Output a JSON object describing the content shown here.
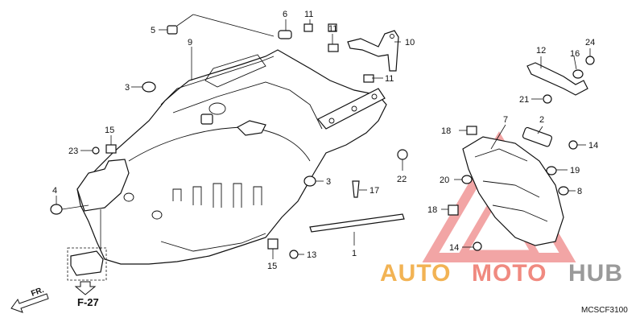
{
  "callouts": [
    {
      "id": "c1",
      "text": "1"
    },
    {
      "id": "c2",
      "text": "2"
    },
    {
      "id": "c3a",
      "text": "3"
    },
    {
      "id": "c3b",
      "text": "3"
    },
    {
      "id": "c4",
      "text": "4"
    },
    {
      "id": "c5",
      "text": "5"
    },
    {
      "id": "c6",
      "text": "6"
    },
    {
      "id": "c7",
      "text": "7"
    },
    {
      "id": "c8",
      "text": "8"
    },
    {
      "id": "c9",
      "text": "9"
    },
    {
      "id": "c10",
      "text": "10"
    },
    {
      "id": "c11a",
      "text": "11"
    },
    {
      "id": "c11b",
      "text": "11"
    },
    {
      "id": "c11c",
      "text": "11"
    },
    {
      "id": "c12",
      "text": "12"
    },
    {
      "id": "c13",
      "text": "13"
    },
    {
      "id": "c14a",
      "text": "14"
    },
    {
      "id": "c14b",
      "text": "14"
    },
    {
      "id": "c15a",
      "text": "15"
    },
    {
      "id": "c15b",
      "text": "15"
    },
    {
      "id": "c16",
      "text": "16"
    },
    {
      "id": "c17",
      "text": "17"
    },
    {
      "id": "c18a",
      "text": "18"
    },
    {
      "id": "c18b",
      "text": "18"
    },
    {
      "id": "c19",
      "text": "19"
    },
    {
      "id": "c20",
      "text": "20"
    },
    {
      "id": "c21",
      "text": "21"
    },
    {
      "id": "c22",
      "text": "22"
    },
    {
      "id": "c23",
      "text": "23"
    },
    {
      "id": "c24",
      "text": "24"
    }
  ],
  "reference": {
    "ref_label": "F-27",
    "front_label": "FR."
  },
  "diagram_code": "MCSCF3100",
  "watermark": {
    "text_auto": "AUTO",
    "text_moto": "MOTO",
    "text_hub": "HUB",
    "color_auto": "#f2b354",
    "color_moto": "#f08a80",
    "color_hub": "#9a9a9a",
    "triangle_color": "#e85c5c"
  }
}
